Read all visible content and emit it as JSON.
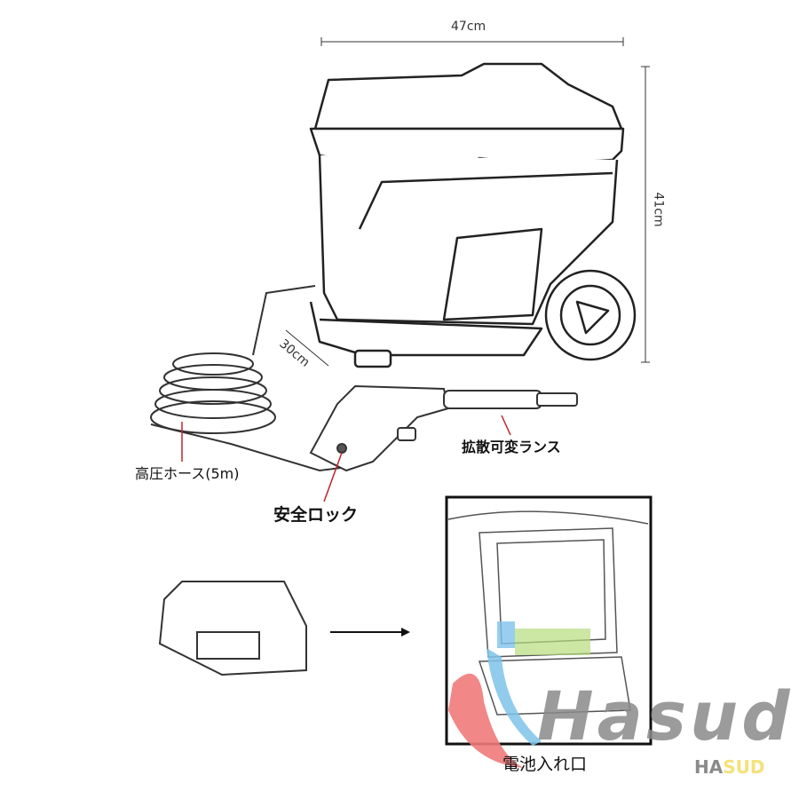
{
  "dimensions": {
    "width": "47cm",
    "height": "41cm",
    "depth": "30cm"
  },
  "parts": {
    "lance": "拡散可変ランス",
    "hose": "高圧ホース(5m)",
    "safety_lock": "安全ロック",
    "battery_slot": "電池入れ口"
  },
  "watermark": {
    "logo": "Hasud",
    "brand_left": "HA",
    "brand_right": "SUD"
  },
  "colors": {
    "leader_line": "#c0242b",
    "logo_gray": "#8a8a8a",
    "logo_yellow": "#f3e27a",
    "swoosh_red": "#f07a7a",
    "swoosh_blue": "#7ec3ea",
    "battery_green": "#b7dc7c"
  }
}
